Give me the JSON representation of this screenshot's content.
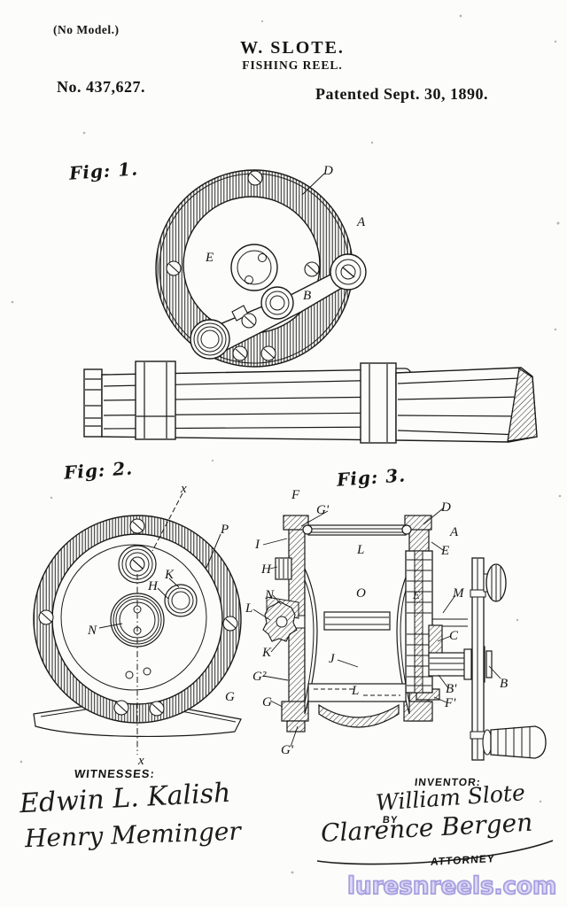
{
  "header": {
    "no_model": "(No Model.)",
    "inventor_short": "W. SLOTE.",
    "invention_title": "FISHING REEL.",
    "patent_number": "No. 437,627.",
    "patent_date": "Patented Sept. 30, 1890."
  },
  "figures": {
    "fig1": {
      "caption": "Fig: 1.",
      "labels": {
        "d": "D",
        "a": "A",
        "e": "E",
        "b": "B"
      }
    },
    "fig2": {
      "caption": "Fig: 2.",
      "labels": {
        "x_top": "x",
        "p": "P",
        "k": "K",
        "h": "H",
        "n": "N",
        "g": "G",
        "x_bottom": "x"
      }
    },
    "fig3": {
      "caption": "Fig: 3.",
      "labels": {
        "f": "F",
        "g1_top": "G'",
        "d": "D",
        "a": "A",
        "e_right": "E",
        "i": "I",
        "h": "H",
        "n": "N",
        "l_left": "L",
        "l_top": "L",
        "o": "O",
        "e_gear": "E",
        "m": "M",
        "c": "C",
        "j": "J",
        "k": "K",
        "g2": "G²",
        "g_left": "G",
        "l_bottom": "L",
        "b_prime": "B'",
        "f_prime": "F'",
        "b": "B",
        "g1_bottom": "G'"
      }
    }
  },
  "signatures": {
    "witnesses_heading": "WITNESSES:",
    "witness1": "Edwin L. Kalish",
    "witness2": "Henry Meminger",
    "inventor_heading": "INVENTOR:",
    "inventor_signature": "William Slote",
    "by_label": "BY",
    "attorney_signature": "Clarence Bergen",
    "attorney_heading": "ATTORNEY"
  },
  "watermark": {
    "text": "luresnreels.com",
    "color": "#a59de0"
  }
}
